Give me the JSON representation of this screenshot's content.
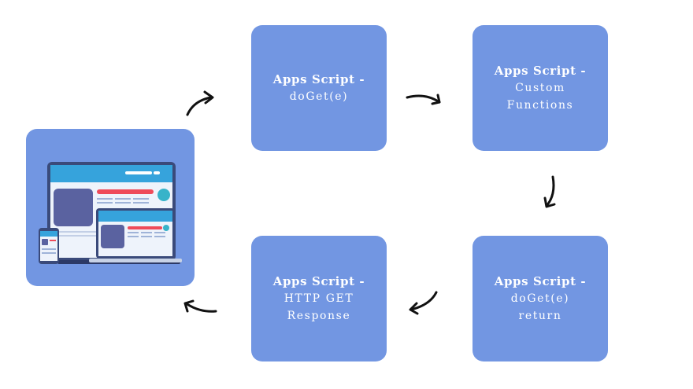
{
  "colors": {
    "box_fill": "#7296e2",
    "arrow": "#111111",
    "monitor_frame": "#3a4a7a",
    "monitor_header": "#36a3dc",
    "accent_red": "#ef4b5a",
    "accent_teal": "#37b3c9",
    "placeholder": "#5a62a0"
  },
  "device_illustration": {
    "icon": "responsive-devices-icon"
  },
  "steps": [
    {
      "id": "doget",
      "title": "Apps Script -",
      "lines": [
        "doGet(e)"
      ]
    },
    {
      "id": "custom",
      "title": "Apps Script -",
      "lines": [
        "Custom",
        "Functions"
      ]
    },
    {
      "id": "return",
      "title": "Apps Script -",
      "lines": [
        "doGet(e)",
        "return"
      ]
    },
    {
      "id": "response",
      "title": "Apps Script -",
      "lines": [
        "HTTP GET",
        "Response"
      ]
    }
  ]
}
